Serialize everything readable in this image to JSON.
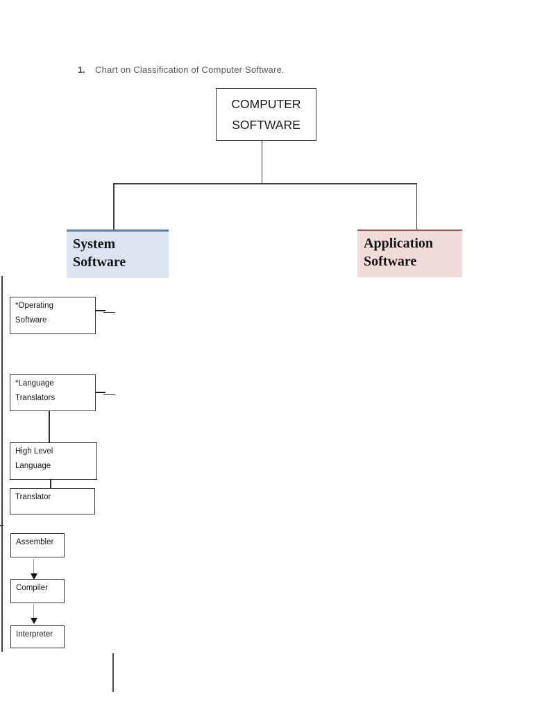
{
  "document": {
    "list_number": "1.",
    "heading": "Chart on Classification of Computer Software."
  },
  "diagram": {
    "root": {
      "label": "COMPUTER\nSOFTWARE"
    },
    "system": {
      "label": "System\nSoftware",
      "fill": "#dbe5f1",
      "accent": "#4f81bd"
    },
    "application": {
      "label": "Application\nSoftware",
      "fill": "#f2dbdb",
      "accent": "#c0504d"
    },
    "children": [
      {
        "label": "*Operating\nSoftware"
      },
      {
        "label": "*Language\nTranslators"
      },
      {
        "label": "High Level\nLanguage"
      },
      {
        "label": "Translator"
      },
      {
        "label": "Assembler"
      },
      {
        "label": "Compiler"
      },
      {
        "label": "Interpreter"
      }
    ],
    "line_color": "#3f3f3f"
  }
}
